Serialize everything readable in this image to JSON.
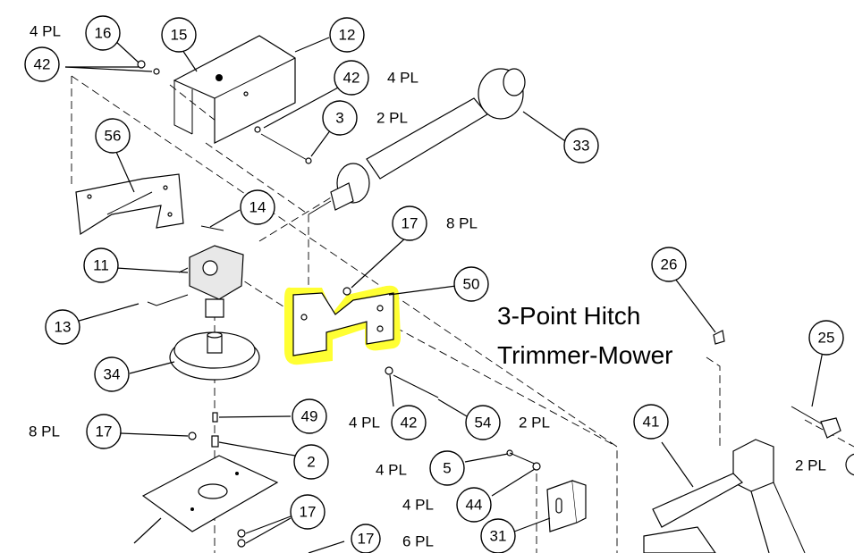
{
  "title": {
    "line1": "3-Point Hitch",
    "line2": "Trimmer-Mower"
  },
  "callouts": [
    {
      "id": "c16",
      "label": "16"
    },
    {
      "id": "c15",
      "label": "15"
    },
    {
      "id": "c12",
      "label": "12"
    },
    {
      "id": "c42a",
      "label": "42"
    },
    {
      "id": "c42b",
      "label": "42"
    },
    {
      "id": "c3",
      "label": "3"
    },
    {
      "id": "c33",
      "label": "33"
    },
    {
      "id": "c56",
      "label": "56"
    },
    {
      "id": "c14",
      "label": "14"
    },
    {
      "id": "c17a",
      "label": "17"
    },
    {
      "id": "c50",
      "label": "50"
    },
    {
      "id": "c11",
      "label": "11"
    },
    {
      "id": "c13",
      "label": "13"
    },
    {
      "id": "c26",
      "label": "26"
    },
    {
      "id": "c25",
      "label": "25"
    },
    {
      "id": "c34",
      "label": "34"
    },
    {
      "id": "c49",
      "label": "49"
    },
    {
      "id": "c42c",
      "label": "42"
    },
    {
      "id": "c54",
      "label": "54"
    },
    {
      "id": "c41",
      "label": "41"
    },
    {
      "id": "c17b",
      "label": "17"
    },
    {
      "id": "c2",
      "label": "2"
    },
    {
      "id": "c5",
      "label": "5"
    },
    {
      "id": "c44",
      "label": "44"
    },
    {
      "id": "c17c",
      "label": "17"
    },
    {
      "id": "c31",
      "label": "31"
    },
    {
      "id": "c17d",
      "label": "17"
    }
  ],
  "quantities": [
    {
      "id": "q1",
      "label": "4 PL"
    },
    {
      "id": "q2",
      "label": "4 PL"
    },
    {
      "id": "q3",
      "label": "2 PL"
    },
    {
      "id": "q4",
      "label": "8 PL"
    },
    {
      "id": "q5",
      "label": "4 PL"
    },
    {
      "id": "q6",
      "label": "2 PL"
    },
    {
      "id": "q7",
      "label": "8 PL"
    },
    {
      "id": "q8",
      "label": "2 PL"
    },
    {
      "id": "q9",
      "label": "4 PL"
    },
    {
      "id": "q10",
      "label": "4 PL"
    },
    {
      "id": "q11",
      "label": "6 PL"
    }
  ],
  "colors": {
    "highlight": "#ffff33",
    "ink": "#000000",
    "background": "#ffffff"
  }
}
